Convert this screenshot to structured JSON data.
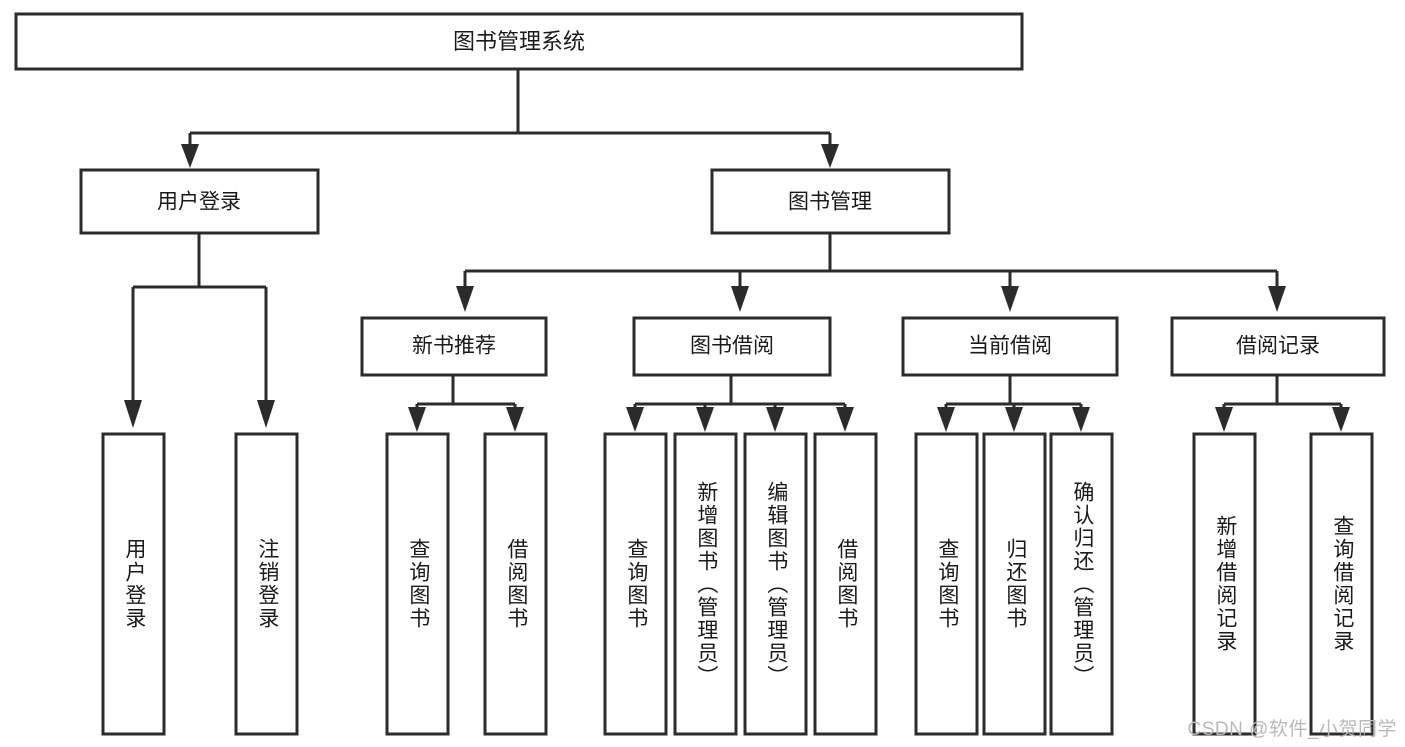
{
  "diagram": {
    "type": "tree",
    "title": "图书管理系统",
    "orientation": "top-down",
    "colors": {
      "box_stroke": "#2b2b2b",
      "box_fill": "#ffffff",
      "connector": "#2b2b2b",
      "text": "#1a1a1a",
      "watermark": "#b9b9b9",
      "background": "#ffffff"
    },
    "root": {
      "label": "图书管理系统"
    },
    "level2": [
      {
        "label": "用户登录"
      },
      {
        "label": "图书管理"
      }
    ],
    "level3": [
      {
        "label": "新书推荐"
      },
      {
        "label": "图书借阅"
      },
      {
        "label": "当前借阅"
      },
      {
        "label": "借阅记录"
      }
    ],
    "leaves": {
      "user_login": [
        {
          "label": "用户登录"
        },
        {
          "label": "注销登录"
        }
      ],
      "new_book_recommend": [
        {
          "label": "查询图书"
        },
        {
          "label": "借阅图书"
        }
      ],
      "book_borrow": [
        {
          "label": "查询图书"
        },
        {
          "label": "新增图书（管理员）"
        },
        {
          "label": "编辑图书（管理员）"
        },
        {
          "label": "借阅图书"
        }
      ],
      "current_borrow": [
        {
          "label": "查询图书"
        },
        {
          "label": "归还图书"
        },
        {
          "label": "确认归还（管理员）"
        }
      ],
      "borrow_records": [
        {
          "label": "新增借阅记录"
        },
        {
          "label": "查询借阅记录"
        }
      ]
    }
  },
  "watermark": {
    "text": "CSDN @软件_小贺同学"
  }
}
